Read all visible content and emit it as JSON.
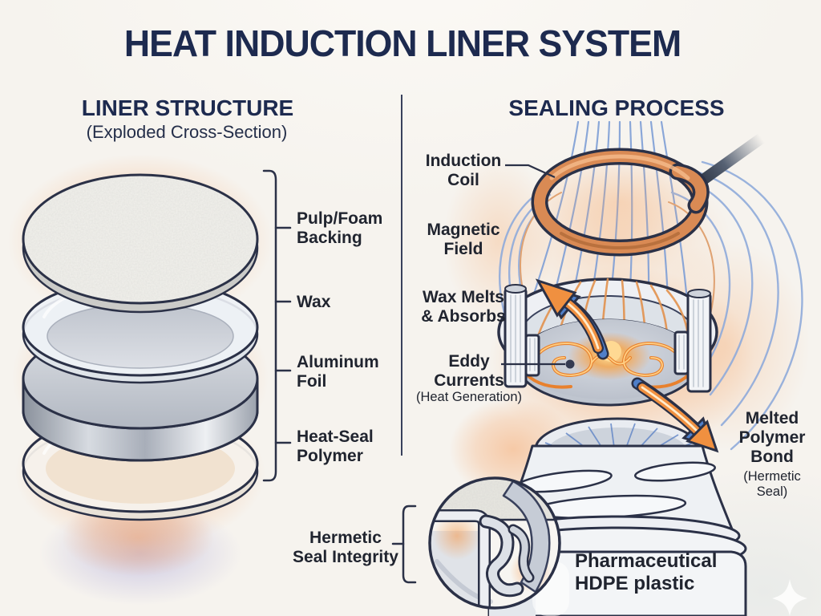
{
  "title": "HEAT INDUCTION LINER SYSTEM",
  "left_panel": {
    "heading": "LINER STRUCTURE",
    "subheading": "(Exploded Cross-Section)",
    "layers": [
      {
        "id": "pulp-foam-backing",
        "label": "Pulp/Foam\nBacking"
      },
      {
        "id": "wax",
        "label": "Wax"
      },
      {
        "id": "aluminum-foil",
        "label": "Aluminum\nFoil"
      },
      {
        "id": "heat-seal-polymer",
        "label": "Heat-Seal\nPolymer"
      }
    ]
  },
  "right_panel": {
    "heading": "SEALING PROCESS",
    "labels": {
      "induction_coil": "Induction\nCoil",
      "magnetic_field": "Magnetic\nField",
      "wax_melts": "Wax Melts\n& Absorbs",
      "eddy_currents": "Eddy\nCurrents",
      "eddy_currents_sub": "(Heat Generation)",
      "melted_polymer_bond": "Melted\nPolymer\nBond",
      "melted_polymer_bond_sub": "(Hermetic Seal)",
      "bottle_material": "Pharmaceutical\nHDPE plastic"
    }
  },
  "inset": {
    "label": "Hermetic\nSeal Integrity"
  },
  "colors": {
    "background": "#f6f3ee",
    "heading_navy": "#1d2a4f",
    "outline_navy": "#2b3147",
    "coil_copper": "#d98a54",
    "field_line_blue": "#7f9fd6",
    "heat_orange": "#ef8630",
    "glow_peach": "#f6a060",
    "text_dark": "#20242f"
  },
  "decorations": {
    "sparkle_icon": "four-point-star"
  }
}
